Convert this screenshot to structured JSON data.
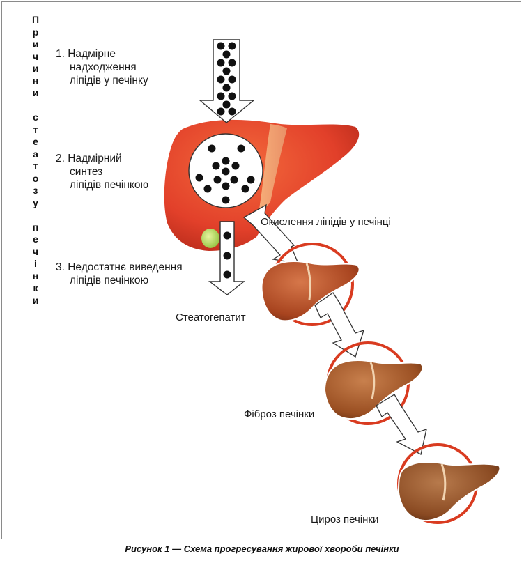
{
  "vertical_heading": [
    "П",
    "р",
    "и",
    "ч",
    "и",
    "н",
    "и",
    "",
    "с",
    "т",
    "е",
    "а",
    "т",
    "о",
    "з",
    "у",
    "",
    "п",
    "е",
    "ч",
    "і",
    "н",
    "к",
    "и"
  ],
  "causes": [
    {
      "lines": [
        "1. Надмірне",
        "надходження",
        "ліпідів у печінку"
      ]
    },
    {
      "lines": [
        "2. Надмірний",
        "синтез",
        "ліпідів печінкою"
      ]
    },
    {
      "lines": [
        "3. Недостатнє виведення",
        "ліпідів печінкою"
      ]
    }
  ],
  "oxidation_label": "Окислення ліпідів у печінці",
  "stages": [
    "Стеатогепатит",
    "Фіброз печінки",
    "Цироз печінки"
  ],
  "caption": "Рисунок 1 — Схема прогресування жирової хвороби печінки",
  "colors": {
    "liver_healthy": "#e8432a",
    "liver_disease": "#b5532a",
    "ring": "#d93b20",
    "dots": "#111111"
  }
}
